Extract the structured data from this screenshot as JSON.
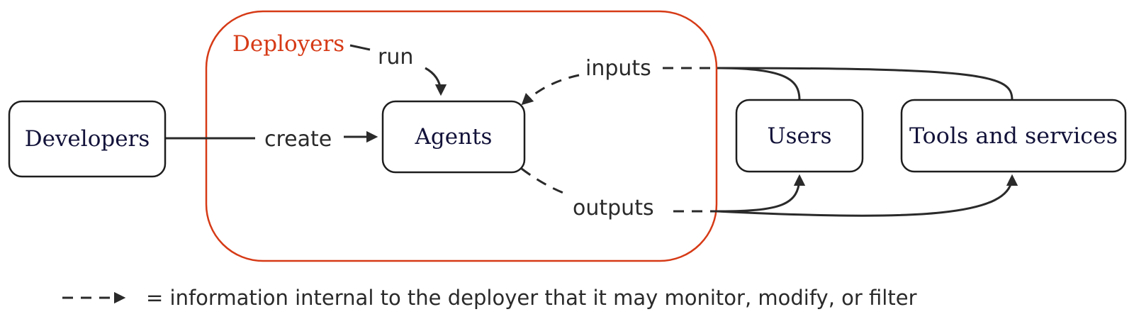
{
  "nodes": {
    "developers": "Developers",
    "agents": "Agents",
    "users": "Users",
    "tools": "Tools and services"
  },
  "group": {
    "label": "Deployers",
    "color": "#d63a16"
  },
  "edges": {
    "run": "run",
    "create": "create",
    "inputs": "inputs",
    "outputs": "outputs"
  },
  "legend": {
    "text": "= information internal to the deployer that it may monitor, modify, or filter"
  }
}
